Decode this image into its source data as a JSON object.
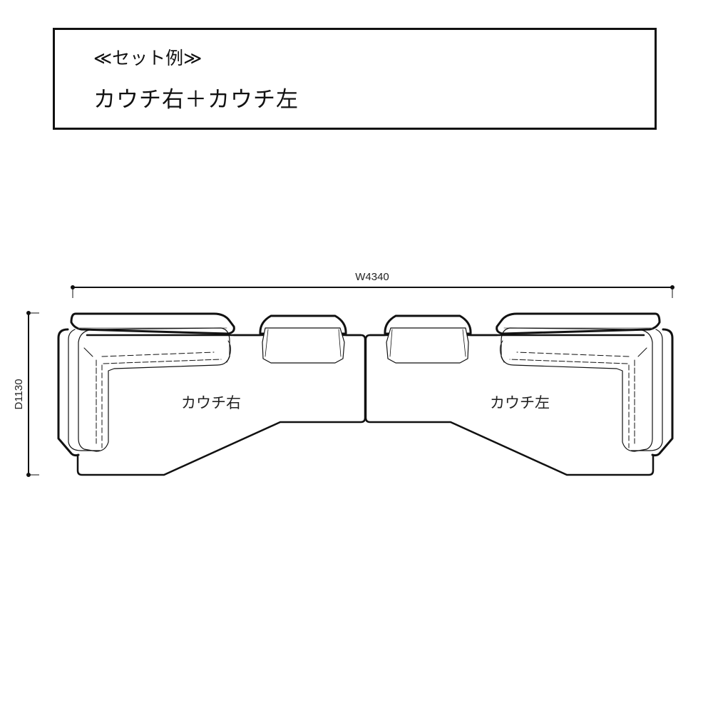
{
  "header": {
    "subtitle": "≪セット例≫",
    "title": "カウチ右＋カウチ左"
  },
  "dimensions": {
    "width_label": "W4340",
    "depth_label": "D1130"
  },
  "units": [
    {
      "label": "カウチ右"
    },
    {
      "label": "カウチ左"
    }
  ],
  "colors": {
    "line": "#111111",
    "background": "#ffffff"
  }
}
